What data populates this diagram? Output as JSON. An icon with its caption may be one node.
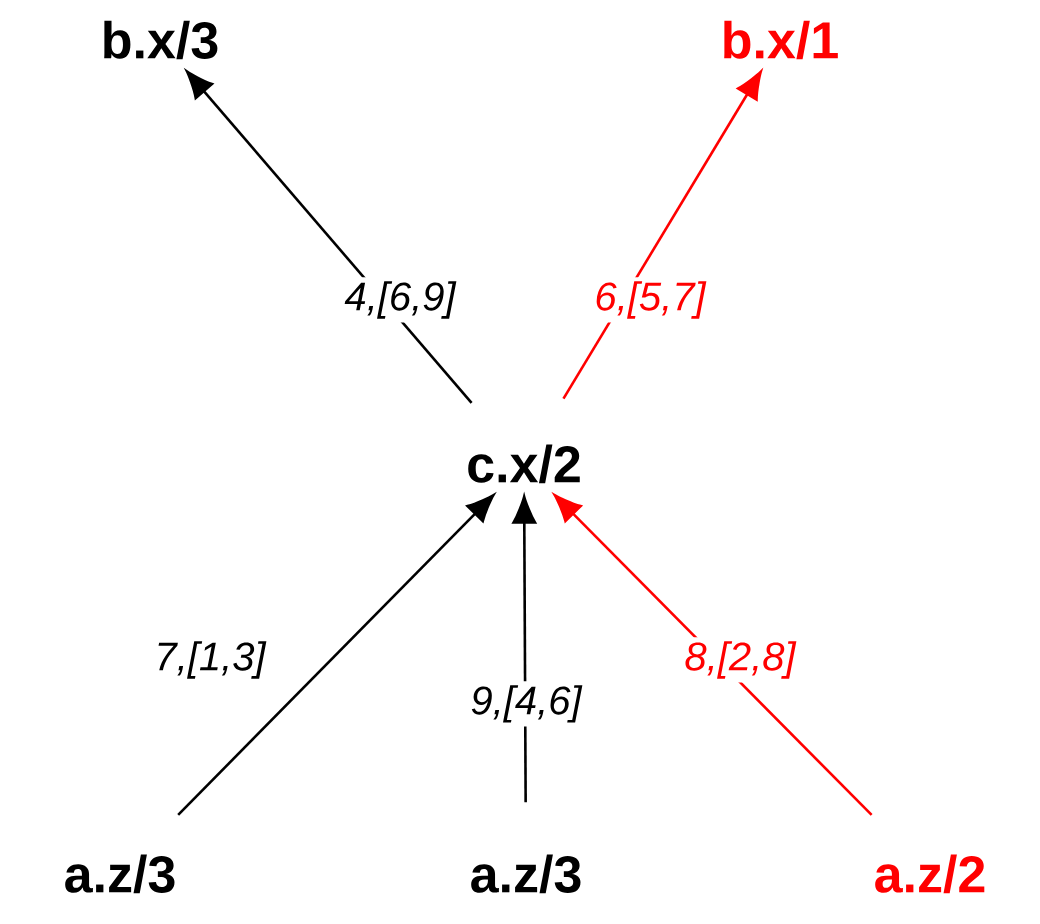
{
  "diagram": {
    "nodes": [
      {
        "text": [
          "b.x/3"
        ]
      },
      {
        "text": [
          "b.x/1"
        ]
      },
      {
        "text": [
          "c.x/2"
        ]
      },
      {
        "text": [
          "a.z/3"
        ]
      },
      {
        "text": [
          "a.z/3"
        ]
      },
      {
        "text": [
          "a.z/2"
        ]
      }
    ],
    "edges": [
      {
        "from": 2,
        "to": 0,
        "arrow": "to",
        "label": "4,[6,9]"
      },
      {
        "from": 2,
        "to": 1,
        "arrow": "to",
        "label": "6,[5,7]",
        "color": "#ff0000"
      },
      {
        "from": 3,
        "to": 2,
        "arrow": "to",
        "label": "7,[1,3]"
      },
      {
        "from": 4,
        "to": 2,
        "arrow": "to",
        "label": "9,[4,6]"
      },
      {
        "from": 5,
        "to": 2,
        "arrow": "to",
        "label": "8,[2,8]",
        "color": "#ff0000"
      }
    ]
  }
}
